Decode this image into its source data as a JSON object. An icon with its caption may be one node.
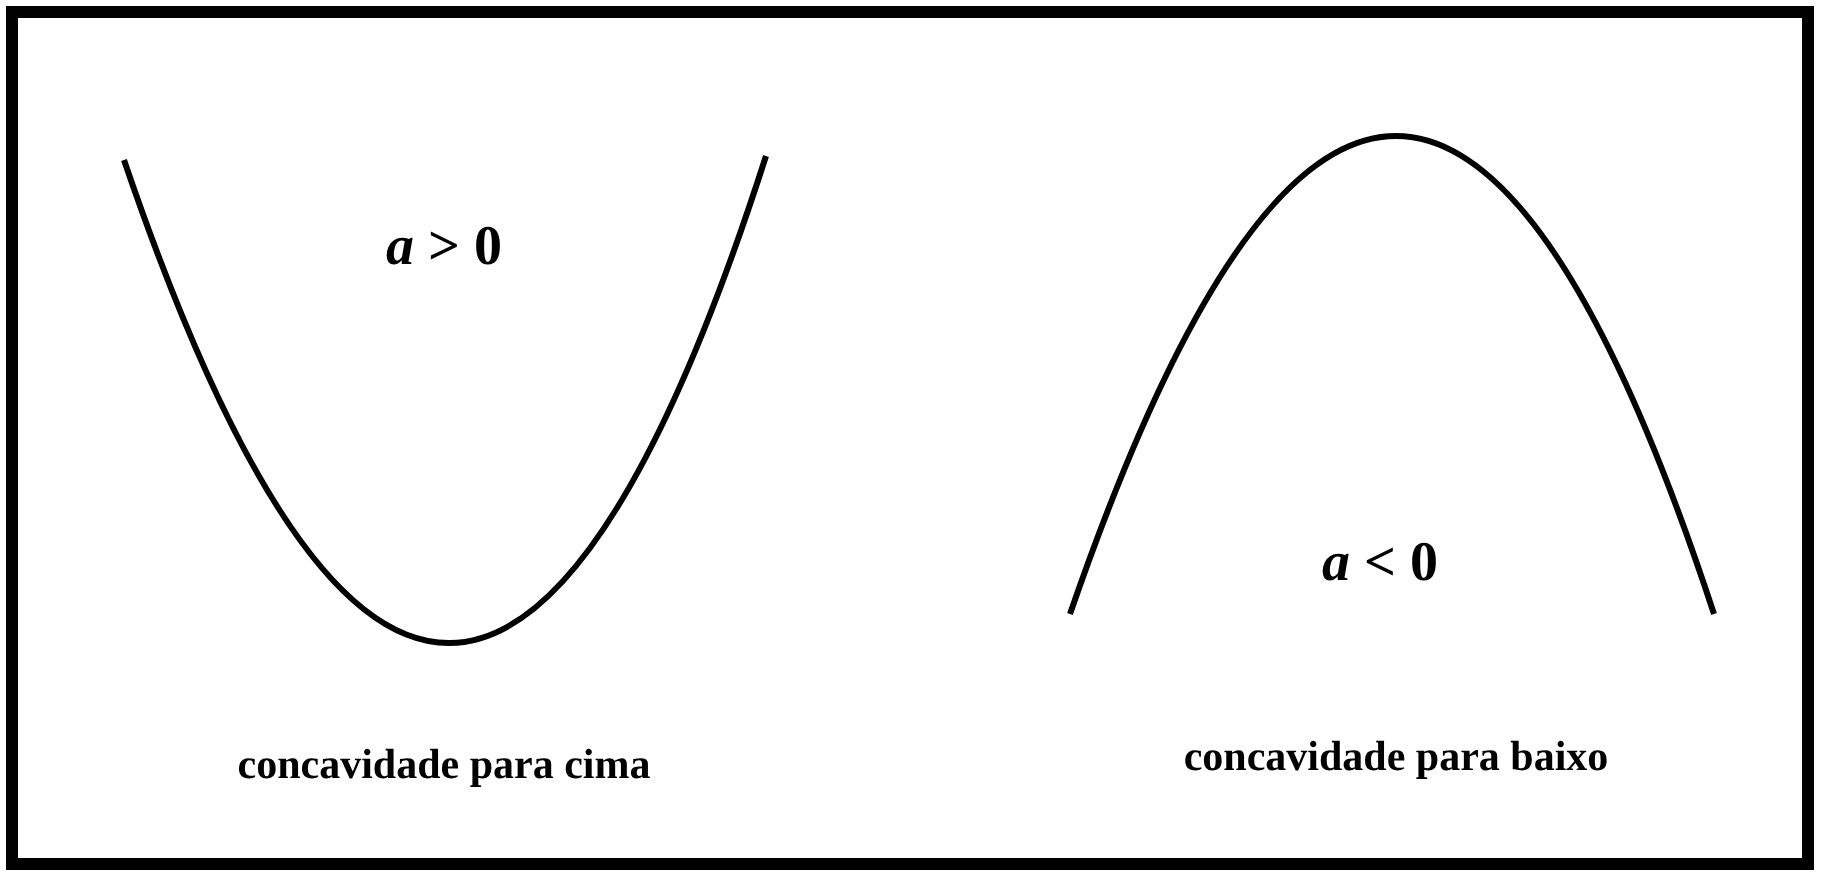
{
  "diagram": {
    "labels": [
      "*a* > 0",
      "*a* < 0",
      "concavidade para cima",
      "concavidade para baixo"
    ]
  }
}
